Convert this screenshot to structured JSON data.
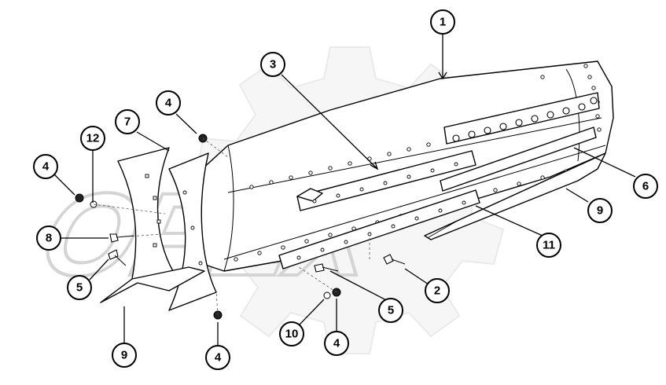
{
  "diagram": {
    "watermark_text": "OPEX",
    "callouts": [
      {
        "id": "c1",
        "label": "1"
      },
      {
        "id": "c3",
        "label": "3"
      },
      {
        "id": "c4a",
        "label": "4"
      },
      {
        "id": "c7",
        "label": "7"
      },
      {
        "id": "c12",
        "label": "12"
      },
      {
        "id": "c4b",
        "label": "4"
      },
      {
        "id": "c8",
        "label": "8"
      },
      {
        "id": "c5a",
        "label": "5"
      },
      {
        "id": "c9a",
        "label": "9"
      },
      {
        "id": "c4c",
        "label": "4"
      },
      {
        "id": "c10",
        "label": "10"
      },
      {
        "id": "c4d",
        "label": "4"
      },
      {
        "id": "c5b",
        "label": "5"
      },
      {
        "id": "c2",
        "label": "2"
      },
      {
        "id": "c11",
        "label": "11"
      },
      {
        "id": "c9b",
        "label": "9"
      },
      {
        "id": "c6",
        "label": "6"
      }
    ]
  }
}
